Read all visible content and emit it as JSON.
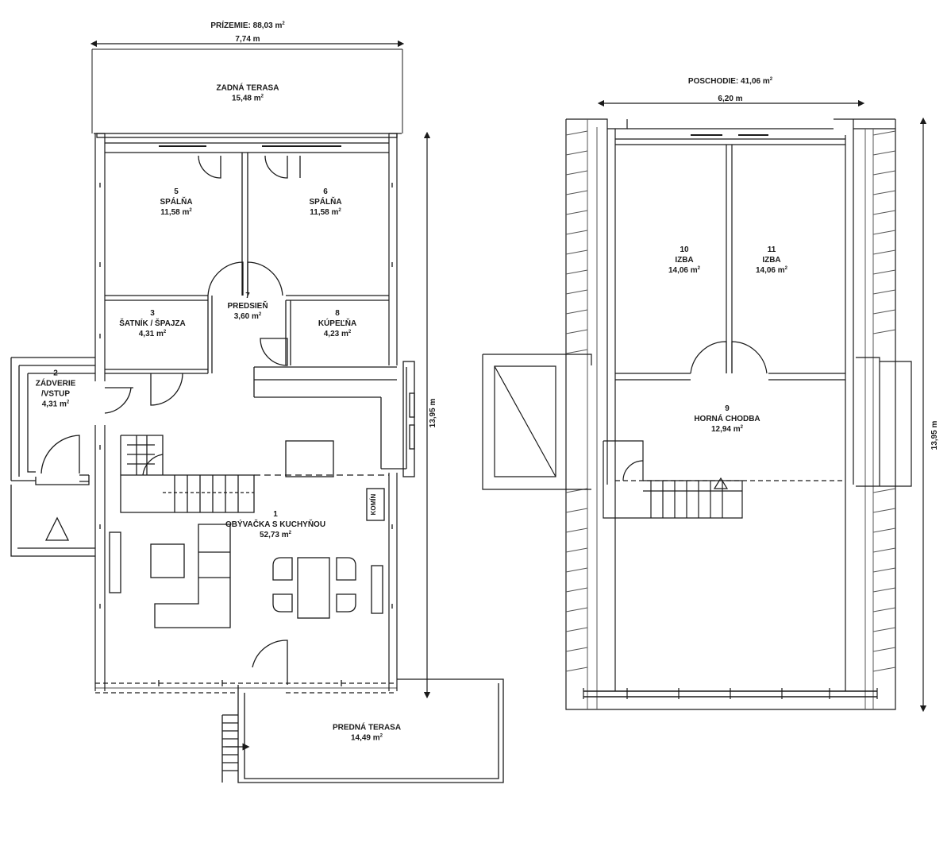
{
  "ground_floor": {
    "title": "PRÍZEMIE: 88,03 m",
    "title_sup": "2",
    "width_dim": "7,74 m",
    "height_dim": "13,95 m",
    "rooms": [
      {
        "id": "rear_terrace",
        "num": "",
        "name": "ZADNÁ TERASA",
        "name2": "",
        "area": "15,48 m",
        "sup": "2"
      },
      {
        "id": "r5",
        "num": "5",
        "name": "SPÁLŇA",
        "name2": "",
        "area": "11,58 m",
        "sup": "2"
      },
      {
        "id": "r6",
        "num": "6",
        "name": "SPÁLŇA",
        "name2": "",
        "area": "11,58 m",
        "sup": "2"
      },
      {
        "id": "r7",
        "num": "7",
        "name": "PREDSIEŇ",
        "name2": "",
        "area": "3,60 m",
        "sup": "2"
      },
      {
        "id": "r3",
        "num": "3",
        "name": "ŠATNÍK / ŠPAJZA",
        "name2": "",
        "area": "4,31 m",
        "sup": "2"
      },
      {
        "id": "r8",
        "num": "8",
        "name": "KÚPEĽŇA",
        "name2": "",
        "area": "4,23 m",
        "sup": "2"
      },
      {
        "id": "r2",
        "num": "2",
        "name": "ZÁDVERIE",
        "name2": "/VSTUP",
        "area": "4,31 m",
        "sup": "2"
      },
      {
        "id": "r1",
        "num": "1",
        "name": "OBÝVAČKA S KUCHYŇOU",
        "name2": "",
        "area": "52,73 m",
        "sup": "2"
      },
      {
        "id": "front_terrace",
        "num": "",
        "name": "PREDNÁ TERASA",
        "name2": "",
        "area": "14,49 m",
        "sup": "2"
      }
    ],
    "chimney": "KOMÍN"
  },
  "upper_floor": {
    "title": "POSCHODIE: 41,06 m",
    "title_sup": "2",
    "width_dim": "6,20 m",
    "height_dim": "13,95 m",
    "rooms": [
      {
        "id": "r10",
        "num": "10",
        "name": "IZBA",
        "name2": "",
        "area": "14,06 m",
        "sup": "2"
      },
      {
        "id": "r11",
        "num": "11",
        "name": "IZBA",
        "name2": "",
        "area": "14,06 m",
        "sup": "2"
      },
      {
        "id": "r9",
        "num": "9",
        "name": "HORNÁ CHODBA",
        "name2": "",
        "area": "12,94 m",
        "sup": "2"
      }
    ]
  },
  "colors": {
    "wall": "#2b2b2b",
    "line": "#1a1a1a",
    "hatch": "#555555",
    "background": "#ffffff"
  }
}
